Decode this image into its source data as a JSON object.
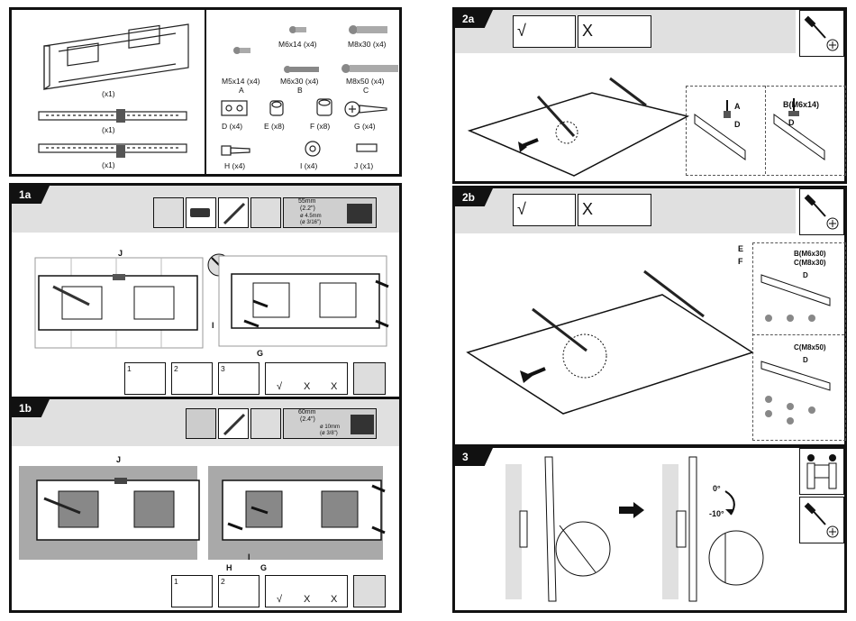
{
  "parts": {
    "plate_qty": "(x1)",
    "arm1_qty": "(x1)",
    "arm2_qty": "(x1)",
    "screws": [
      {
        "label": "M6x14 (x4)",
        "letter": ""
      },
      {
        "label": "M8x30 (x4)",
        "letter": ""
      },
      {
        "label": "M5x14 (x4)",
        "letter": "A"
      },
      {
        "label": "M6x30 (x4)",
        "letter": "B"
      },
      {
        "label": "M8x50 (x4)",
        "letter": "C"
      }
    ],
    "hardware": [
      {
        "label": "D (x4)"
      },
      {
        "label": "E (x8)"
      },
      {
        "label": "F (x8)"
      },
      {
        "label": "G (x4)"
      },
      {
        "label": "H (x4)"
      },
      {
        "label": "I (x4)"
      },
      {
        "label": "J (x1)"
      }
    ]
  },
  "steps": {
    "s1a": {
      "tag": "1a",
      "callouts": {
        "j": "J",
        "i": "I",
        "g": "G"
      },
      "dims": {
        "d1": "55mm",
        "d2": "(2.2\")",
        "d3": "ø 4.5mm",
        "d4": "(ø 3/16\")"
      }
    },
    "s1b": {
      "tag": "1b",
      "callouts": {
        "j": "J",
        "h": "H",
        "i": "I",
        "g": "G"
      },
      "dims": {
        "d1": "60mm",
        "d2": "(2.4\")",
        "d3": "ø 10mm",
        "d4": "(ø 3/8\")"
      }
    },
    "s2a": {
      "tag": "2a",
      "callouts": {
        "a": "A",
        "d1": "D",
        "b": "B(M6x14)",
        "d2": "D"
      }
    },
    "s2b": {
      "tag": "2b",
      "callouts": {
        "e": "E",
        "f": "F",
        "bc": "B(M6x30)",
        "c1": "C(M8x30)",
        "d1": "D",
        "c2": "C(M8x50)",
        "d2": "D"
      }
    },
    "s3": {
      "tag": "3",
      "angle_top": "0°",
      "angle_bottom": "-10°"
    }
  },
  "sub_steps": {
    "n1": "1",
    "n2": "2",
    "n3": "3"
  },
  "check": "√",
  "cross": "X"
}
